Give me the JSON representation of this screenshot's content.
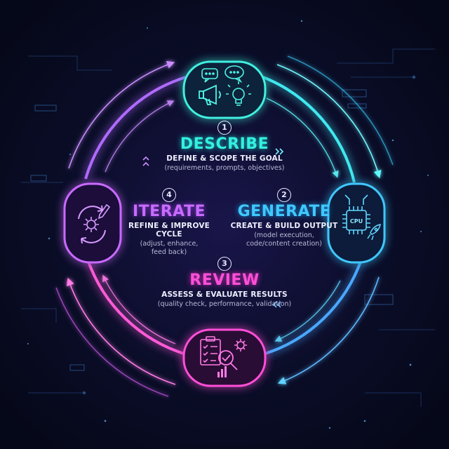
{
  "steps": [
    {
      "number": "1",
      "title": "DESCRIBE",
      "subtitle": "DEFINE & SCOPE THE GOAL",
      "details": [
        "(requirements, prompts, objectives)"
      ]
    },
    {
      "number": "2",
      "title": "GENERATE",
      "subtitle": "CREATE & BUILD OUTPUT",
      "details": [
        "(model execution,",
        "code/content creation)"
      ]
    },
    {
      "number": "3",
      "title": "REVIEW",
      "subtitle": "ASSESS & EVALUATE RESULTS",
      "details": [
        "(quality check, performance, validation)"
      ]
    },
    {
      "number": "4",
      "title": "ITERATE",
      "subtitle": "REFINE & IMPROVE CYCLE",
      "details": [
        "(adjust, enhance,",
        "feed back)"
      ]
    }
  ],
  "icons": {
    "describe": [
      "chat-bubbles-icon",
      "megaphone-icon",
      "lightbulb-icon"
    ],
    "generate": [
      "cpu-chip-icon",
      "rocket-icon"
    ],
    "review": [
      "clipboard-checklist-icon",
      "magnifier-check-icon",
      "gear-icon",
      "bar-chart-icon"
    ],
    "iterate": [
      "cycle-arrows-icon",
      "gear-icon",
      "pencil-icon"
    ]
  },
  "cpu_label": "CPU",
  "colors": {
    "describe": "#33f0e0",
    "generate": "#3fc8ff",
    "review": "#ff4fd8",
    "iterate": "#c86bff",
    "background": "#070b1e"
  }
}
